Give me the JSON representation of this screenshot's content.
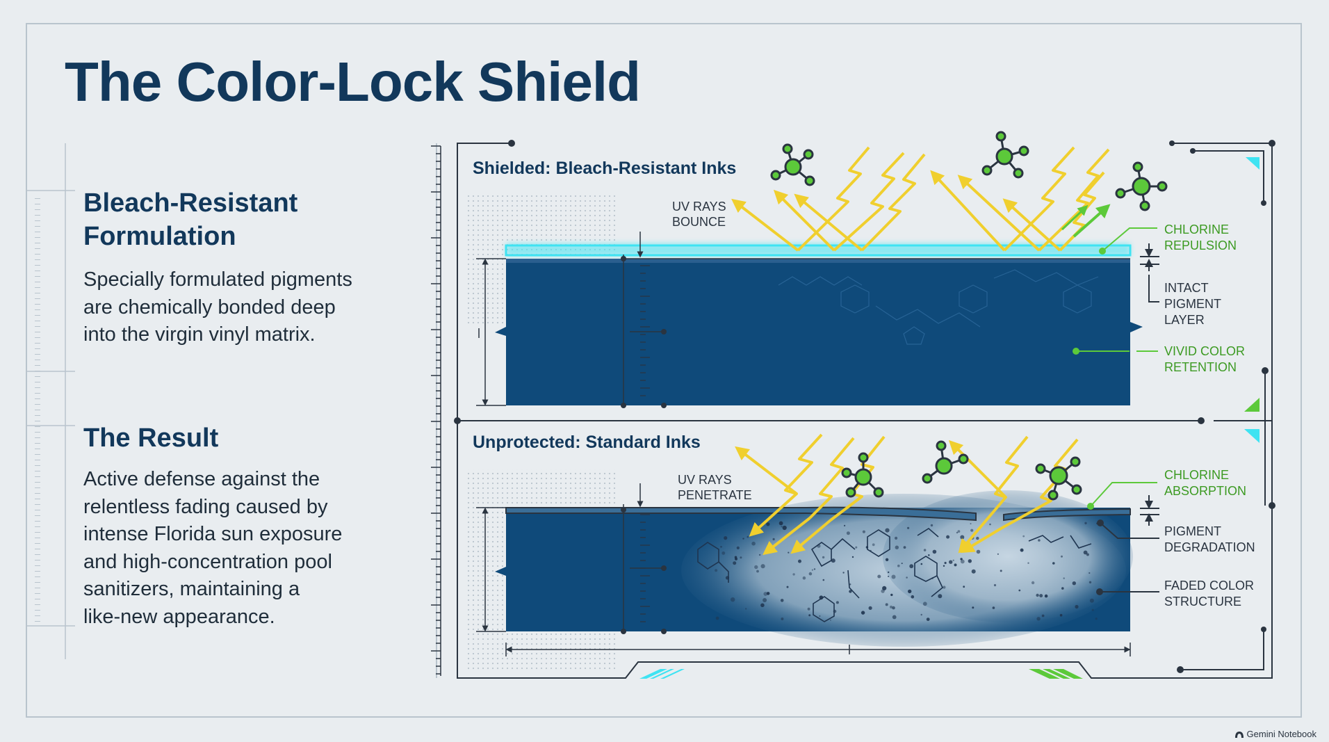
{
  "title": "The Color-Lock Shield",
  "sections": [
    {
      "heading_lines": [
        "Bleach-Resistant",
        "Formulation"
      ],
      "body_lines": [
        "Specially formulated pigments",
        "are chemically bonded deep",
        "into the virgin vinyl matrix."
      ]
    },
    {
      "heading_lines": [
        "The Result"
      ],
      "body_lines": [
        "Active defense against the",
        "relentless fading caused by",
        "intense Florida sun exposure",
        "and high-concentration pool",
        "sanitizers, maintaining a",
        "like-new appearance."
      ]
    }
  ],
  "panels": {
    "shielded": {
      "title": "Shielded: Bleach-Resistant Inks",
      "uv_label_lines": [
        "UV RAYS",
        "BOUNCE"
      ],
      "callouts": {
        "chlorine": [
          "CHLORINE",
          "REPULSION"
        ],
        "pigment": [
          "INTACT",
          "PIGMENT",
          "LAYER"
        ],
        "color": [
          "VIVID COLOR",
          "RETENTION"
        ]
      }
    },
    "unprotected": {
      "title": "Unprotected: Standard Inks",
      "uv_label_lines": [
        "UV RAYS",
        "PENETRATE"
      ],
      "callouts": {
        "chlorine": [
          "CHLORINE",
          "ABSORPTION"
        ],
        "pigment": [
          "PIGMENT",
          "DEGRADATION"
        ],
        "color": [
          "FADED COLOR",
          "STRUCTURE"
        ]
      }
    }
  },
  "colors": {
    "title": "#12385b",
    "layer": "#0f4a7a",
    "shield_glow": "#3fe3f2",
    "uv_ray": "#f0cf2e",
    "chlorine": "#5cc93a",
    "callout_green": "#3c9a22",
    "callout_dark": "#2a3440"
  },
  "footer": {
    "brand": "Gemini Notebook",
    "icon": "notebook-logo-icon"
  }
}
